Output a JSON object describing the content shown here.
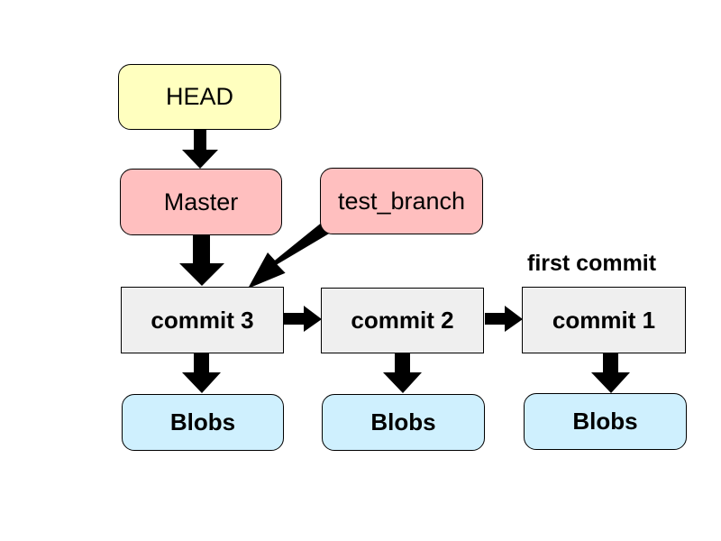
{
  "refs": {
    "head": "HEAD",
    "master": "Master",
    "test_branch": "test_branch"
  },
  "commits": [
    {
      "label": "commit 3",
      "blobs": "Blobs"
    },
    {
      "label": "commit 2",
      "blobs": "Blobs"
    },
    {
      "label": "commit 1",
      "blobs": "Blobs",
      "note": "first commit"
    }
  ],
  "colors": {
    "head_fill": "#ffffbf",
    "ref_fill": "#ffbfbf",
    "commit_fill": "#efefef",
    "blob_fill": "#cff0fe",
    "arrow": "#000000"
  }
}
